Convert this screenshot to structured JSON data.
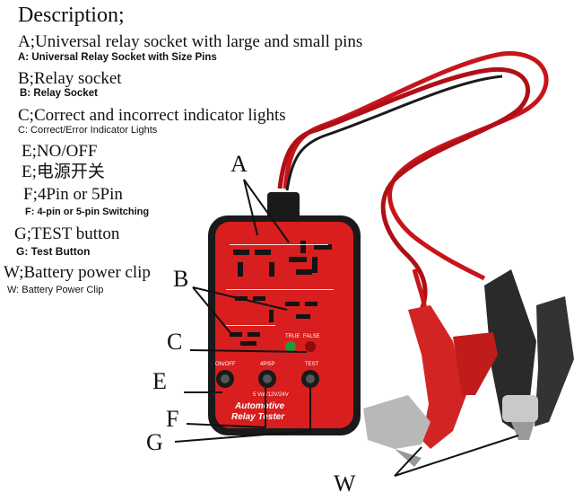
{
  "title": "Description;",
  "lines": [
    {
      "en": "A;Universal relay socket with large and small pins",
      "sub": "A: Universal Relay Socket with Size Pins"
    },
    {
      "en": "B;Relay socket",
      "sub": "B: Relay Socket"
    },
    {
      "en": "C;Correct and incorrect indicator lights",
      "sub": "C: Correct/Error Indicator Lights"
    },
    {
      "en": "E;NO/OFF",
      "sub": "E;电源开关"
    },
    {
      "en": "F;4Pin or 5Pin",
      "sub": "F: 4-pin or 5-pin Switching"
    },
    {
      "en": "G;TEST button",
      "sub": "G: Test Button"
    },
    {
      "en": "W;Battery power clip",
      "sub": "W: Battery Power Clip"
    }
  ],
  "callouts": {
    "a": "A",
    "b": "B",
    "c": "C",
    "e": "E",
    "f": "F",
    "g": "G",
    "w": "W"
  },
  "device": {
    "true_label": "TRUE",
    "false_label": "FALSE",
    "onoff_label": "ON/OFF",
    "pin_label": "4P/5P",
    "test_label": "TEST",
    "voltage_label": "5 Volt/12V/24V",
    "name_line1": "Automotive",
    "name_line2": "Relay Tester"
  },
  "colors": {
    "body": "#d81e1e",
    "frame": "#1a1a1a",
    "wire": "#c8141a",
    "clip_red": "#d32424",
    "clip_black": "#2a2a2a"
  }
}
